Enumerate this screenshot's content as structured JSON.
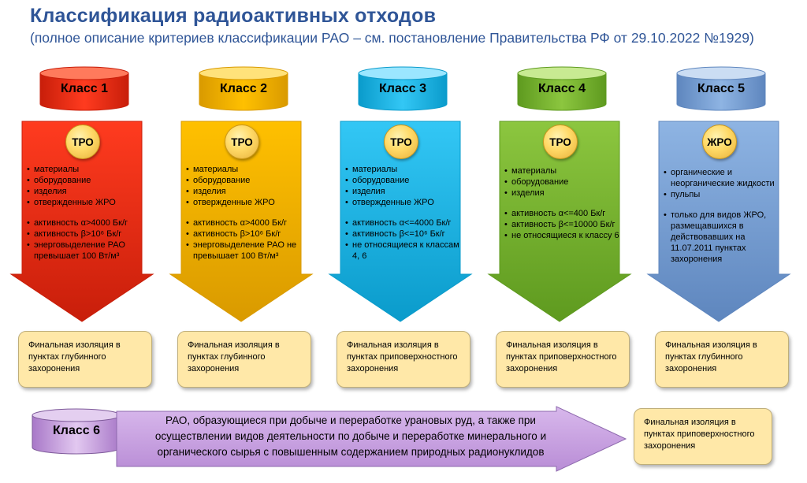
{
  "header": {
    "title": "Классификация радиоактивных отходов",
    "subtitle": "(полное описание критериев классификации РАО – см. постановление Правительства РФ от 29.10.2022  №1929)"
  },
  "classes": [
    {
      "label": "Класс 1",
      "badge": "ТРО",
      "color": "#FF3B1F",
      "items": [
        "материалы",
        "оборудование",
        "изделия",
        "отвержденные ЖРО"
      ],
      "criteria": [
        "активность α>4000 Бк/г",
        "активность β>10⁶ Бк/г",
        "энерговыделение РАО превышает 100 Вт/м³"
      ],
      "result": "Финальная изоляция в пунктах глубинного захоронения"
    },
    {
      "label": "Класс 2",
      "badge": "ТРО",
      "color": "#FFC000",
      "items": [
        "материалы",
        "оборудование",
        "изделия",
        "отвержденные ЖРО"
      ],
      "criteria": [
        "активность α>4000 Бк/г",
        "активность β>10⁶ Бк/г",
        "энерговыделение РАО не превышает 100 Вт/м³"
      ],
      "result": "Финальная изоляция в пунктах глубинного захоронения"
    },
    {
      "label": "Класс 3",
      "badge": "ТРО",
      "color": "#33C7F5",
      "items": [
        "материалы",
        "оборудование",
        "изделия",
        "отвержденные ЖРО"
      ],
      "criteria": [
        "активность α<=4000 Бк/г",
        "активность β<=10⁶ Бк/г",
        "не относящиеся к классам 4, 6"
      ],
      "result": "Финальная изоляция в пунктах приповерхностного захоронения"
    },
    {
      "label": "Класс 4",
      "badge": "ТРО",
      "color": "#8CC63F",
      "items": [
        "материалы",
        "оборудование",
        "изделия"
      ],
      "criteria": [
        "активность α<=400 Бк/г",
        "активность β<=10000 Бк/г",
        "не относящиеся к классу 6"
      ],
      "result": "Финальная изоляция в пунктах приповерхностного захоронения"
    },
    {
      "label": "Класс 5",
      "badge": "ЖРО",
      "color": "#8EB4E3",
      "items": [
        "органические и неорганические жидкости",
        "пульпы"
      ],
      "criteria": [
        "только для видов ЖРО, размещавшихся в действовавших на 11.07.2011 пунктах захоронения"
      ],
      "result": "Финальная изоляция в пунктах глубинного захоронения"
    }
  ],
  "class6": {
    "label": "Класс 6",
    "color": "#C9A0DC",
    "description": "РАО, образующиеся при добыче и переработке урановых руд, а также при осуществлении видов деятельности по добыче и переработке минерального и органического сырья с повышенным содержанием природных радионуклидов",
    "result": "Финальная изоляция в пунктах приповерхностного захоронения"
  }
}
